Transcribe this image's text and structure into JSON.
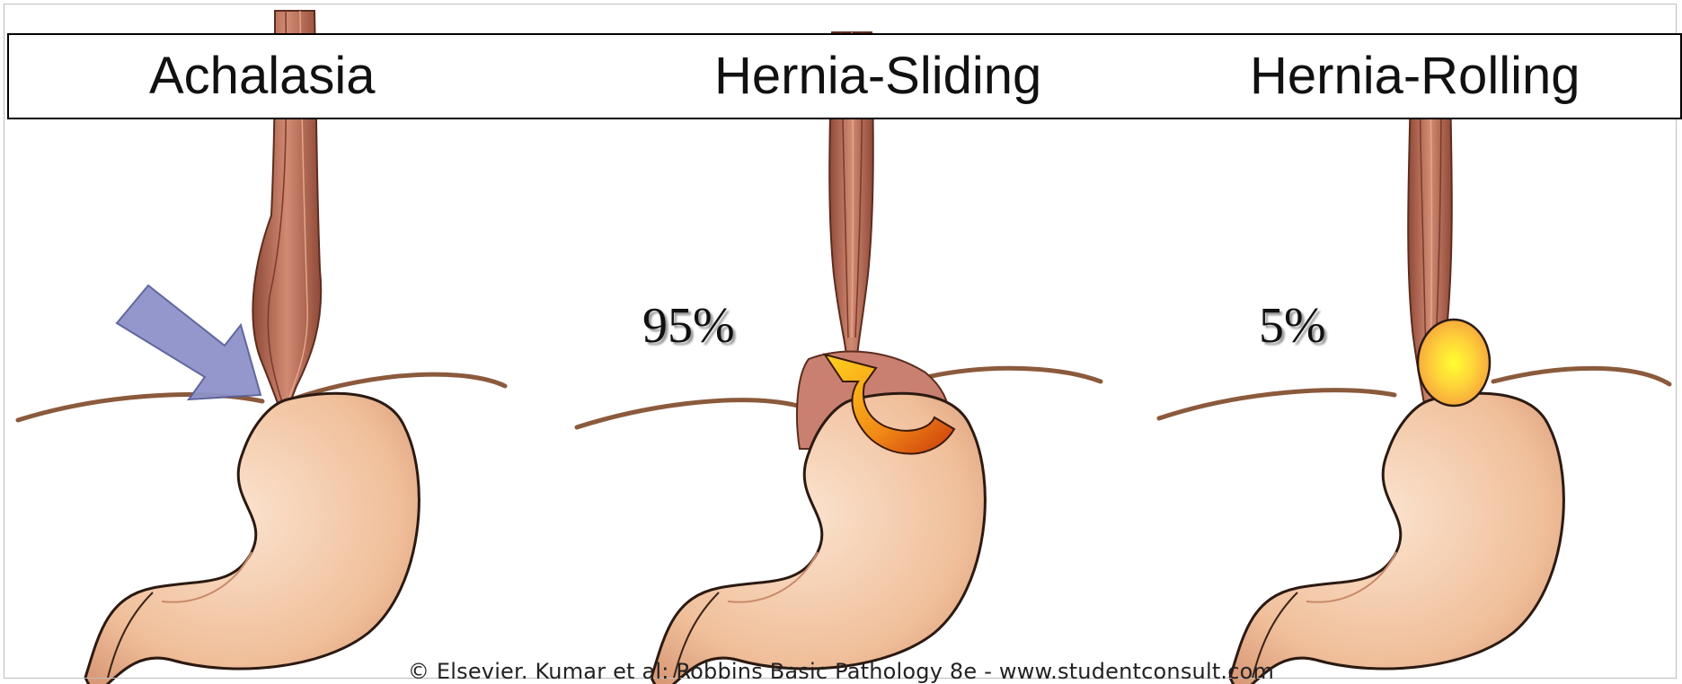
{
  "titles": [
    "Achalasia",
    "Hernia-Sliding",
    "Hernia-Rolling"
  ],
  "percent_sliding": "95%",
  "percent_rolling": "5%",
  "credit": "© Elsevier. Kumar et al: Robbins Basic Pathology 8e - www.studentconsult.com",
  "colors": {
    "stomach": "#f3c9a6",
    "stomach_outline": "#2b1a12",
    "esophagus": "#b7674f",
    "diaphragm": "#8b5a3c",
    "arrow_blue": "#8f92c9",
    "arrow_orange": "#f29a1c",
    "highlight_yellow": "#fff23a"
  }
}
